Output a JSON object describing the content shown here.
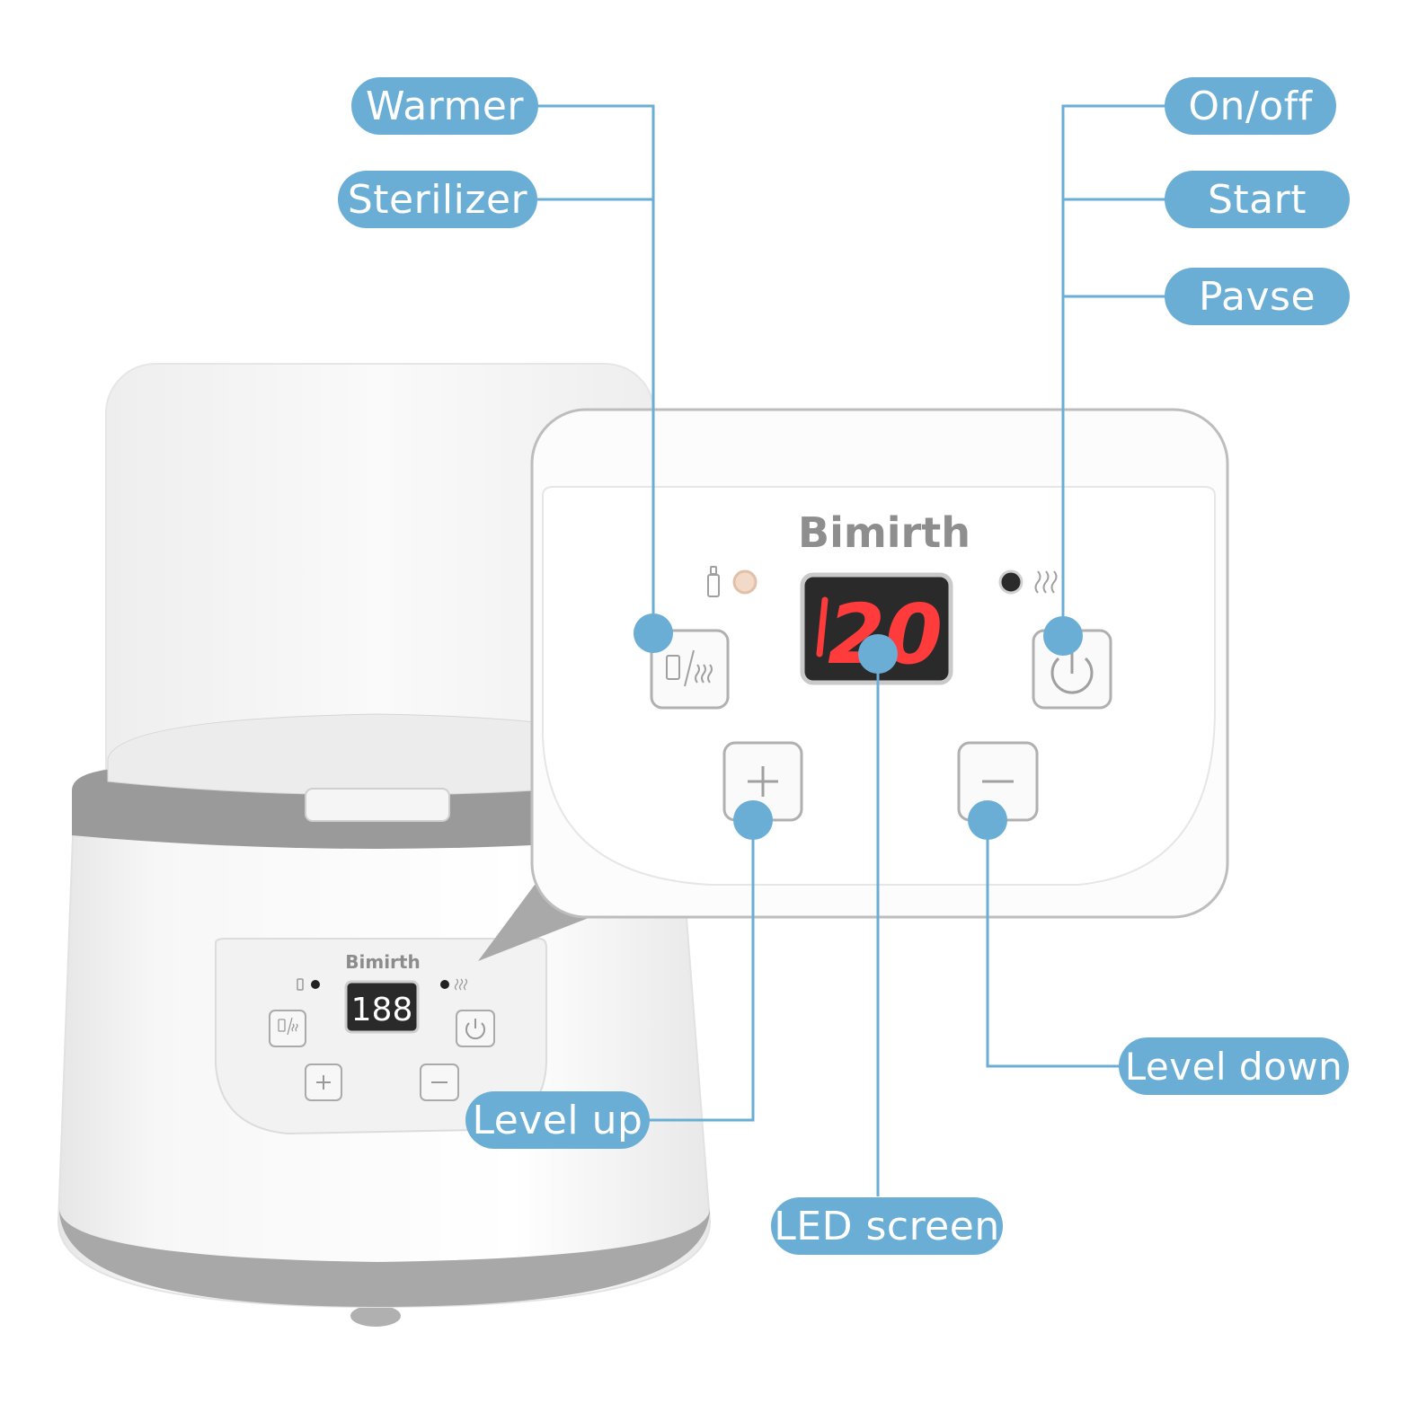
{
  "brand": "Bimirth",
  "display_reading": "20",
  "small_display_reading": "188",
  "labels": {
    "warmer": "Warmer",
    "sterilizer": "Sterilizer",
    "on_off": "On/off",
    "start": "Start",
    "pause": "Pavse",
    "level_up": "Level up",
    "level_down": "Level down",
    "led_screen": "LED screen"
  },
  "colors": {
    "callout": "#6aaed6",
    "led": "#ff3b3b",
    "device_gray": "#9a9a9a"
  },
  "icons": [
    "bottle-icon",
    "steam-icon",
    "power-icon",
    "plus-icon",
    "minus-icon",
    "warmer-sterilizer-icon"
  ]
}
